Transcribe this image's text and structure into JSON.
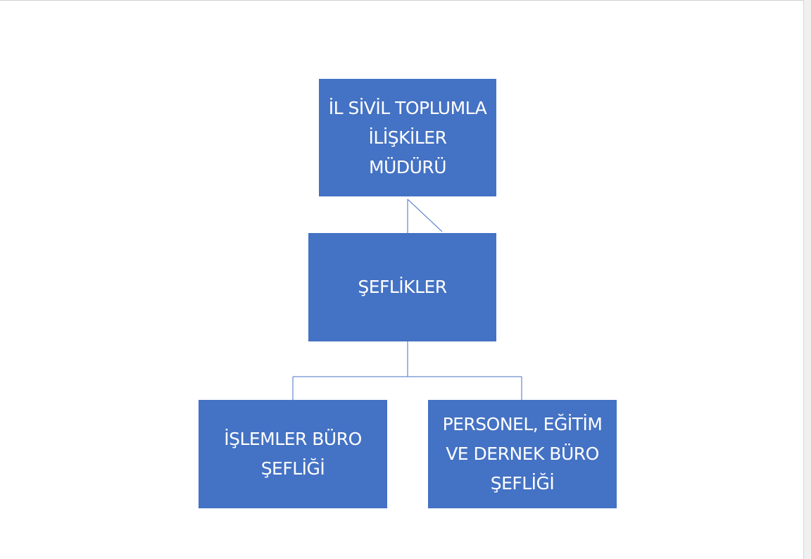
{
  "org_chart": {
    "root": {
      "lines": [
        "İL SİVİL TOPLUMLA",
        "İLİŞKİLER",
        "MÜDÜRÜ"
      ]
    },
    "middle": {
      "lines": [
        "ŞEFLİKLER"
      ]
    },
    "children": [
      {
        "lines": [
          "İŞLEMLER BÜRO",
          "ŞEFLİĞİ"
        ]
      },
      {
        "lines": [
          "PERSONEL, EĞİTİM",
          "VE DERNEK BÜRO",
          "ŞEFLİĞİ"
        ]
      }
    ]
  },
  "colors": {
    "node_fill": "#4472c4",
    "node_text": "#ffffff",
    "connector": "#4472c4"
  }
}
